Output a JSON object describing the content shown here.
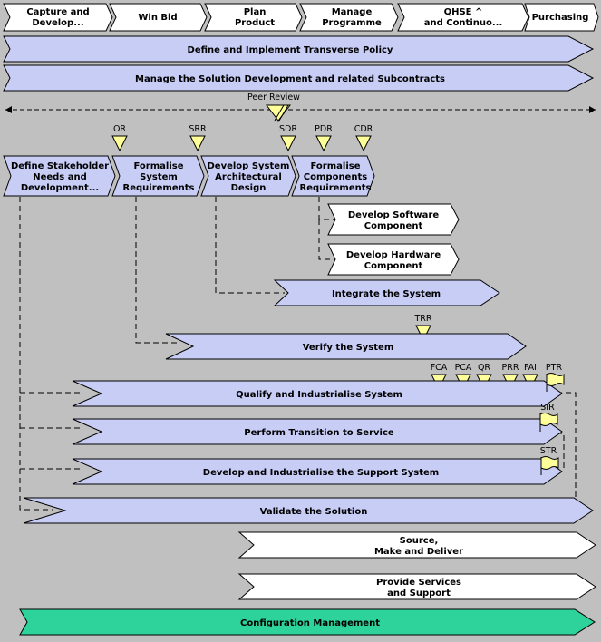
{
  "colors": {
    "background": "#c0c0c0",
    "process_blue": "#c8cdf6",
    "process_white": "#ffffff",
    "config_green": "#2ed39b",
    "milestone_yellow": "#ffff99",
    "outline": "#000000"
  },
  "top_tabs": [
    {
      "lines": [
        "Capture and",
        "Develop..."
      ]
    },
    {
      "lines": [
        "Win Bid"
      ]
    },
    {
      "lines": [
        "Plan",
        "Product"
      ]
    },
    {
      "lines": [
        "Manage",
        "Programme"
      ]
    },
    {
      "lines": [
        "QHSE ^",
        "and Continuo..."
      ]
    },
    {
      "lines": [
        "Purchasing"
      ]
    }
  ],
  "policy_bars": [
    {
      "label": "Define and Implement Transverse Policy"
    },
    {
      "label": "Manage the Solution Development and related Subcontracts"
    }
  ],
  "peer_review": {
    "label": "Peer Review"
  },
  "milestones_upper": [
    "OR",
    "SRR",
    "SDR",
    "PDR",
    "CDR"
  ],
  "phase_chevrons": [
    {
      "lines": [
        "Define Stakeholder",
        "Needs and",
        "Development..."
      ]
    },
    {
      "lines": [
        "Formalise",
        "System",
        "Requirements"
      ]
    },
    {
      "lines": [
        "Develop System",
        "Architectural",
        "Design"
      ]
    },
    {
      "lines": [
        "Formalise",
        "Components",
        "Requirements"
      ]
    }
  ],
  "component_chevrons": [
    {
      "lines": [
        "Develop Software",
        "Component"
      ]
    },
    {
      "lines": [
        "Develop Hardware",
        "Component"
      ]
    }
  ],
  "integrate": {
    "label": "Integrate the System"
  },
  "verify": {
    "label": "Verify the System",
    "milestone": "TRR"
  },
  "qualify_milestones": [
    "FCA",
    "PCA",
    "QR",
    "PRR",
    "FAI"
  ],
  "flags": [
    "PTR",
    "SIR",
    "STR"
  ],
  "long_bars": [
    {
      "label": "Qualify and Industrialise System"
    },
    {
      "label": "Perform Transition to Service"
    },
    {
      "label": "Develop and Industrialise the Support System"
    },
    {
      "label": "Validate the Solution"
    }
  ],
  "white_bars": [
    {
      "lines": [
        "Source,",
        "Make and Deliver"
      ]
    },
    {
      "lines": [
        "Provide Services",
        "and Support"
      ]
    }
  ],
  "config": {
    "label": "Configuration Management"
  }
}
